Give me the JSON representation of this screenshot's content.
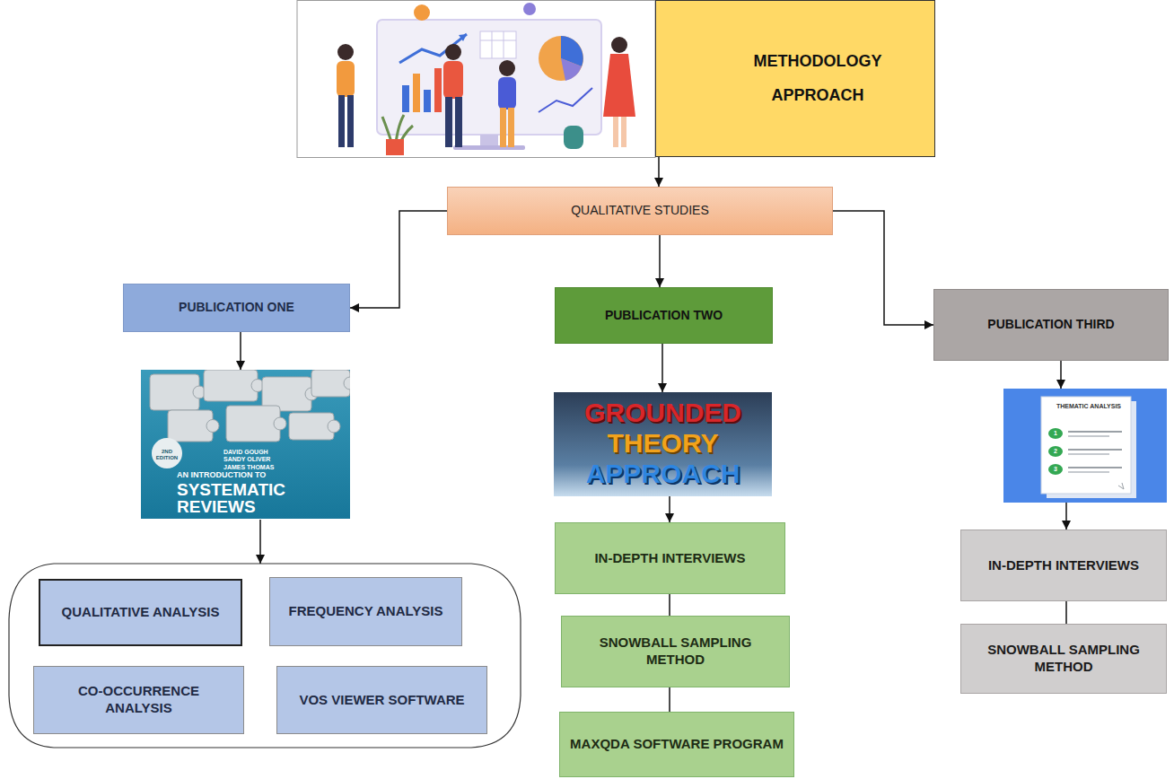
{
  "diagram": {
    "nodes": [
      {
        "text": [
          "METHODOLOGY APPROACH"
        ]
      },
      {
        "text": [
          "QUALITATIVE STUDIES"
        ]
      },
      {
        "text": [
          "PUBLICATION ONE"
        ]
      },
      {
        "text": [
          "PUBLICATION TWO"
        ]
      },
      {
        "text": [
          "PUBLICATION THIRD"
        ]
      },
      {
        "text": [
          "2ND EDITION",
          "DAVID GOUGH SANDY OLIVER JAMES THOMAS",
          "AN INTRODUCTION TO",
          "SYSTEMATIC REVIEWS"
        ]
      },
      {
        "text": [
          "GROUNDED",
          "THEORY",
          "APPROACH"
        ]
      },
      {
        "text": [
          "THEMATIC ANALYSIS",
          "1",
          "2",
          "3"
        ]
      },
      {
        "text": [
          "QUALITATIVE ANALYSIS"
        ]
      },
      {
        "text": [
          "FREQUENCY ANALYSIS"
        ]
      },
      {
        "text": [
          "CO-OCCURRENCE ANALYSIS"
        ]
      },
      {
        "text": [
          "VOS VIEWER SOFTWARE"
        ]
      },
      {
        "text": [
          "IN-DEPTH INTERVIEWS"
        ]
      },
      {
        "text": [
          "SNOWBALL SAMPLING METHOD"
        ]
      },
      {
        "text": [
          "MAXQDA SOFTWARE PROGRAM"
        ]
      },
      {
        "text": [
          "IN-DEPTH INTERVIEWS"
        ]
      },
      {
        "text": [
          "SNOWBALL SAMPLING METHOD"
        ]
      }
    ],
    "edges": [
      {
        "from": 0,
        "to": 1,
        "arrow": "to"
      },
      {
        "from": 1,
        "to": 2,
        "arrow": "to"
      },
      {
        "from": 1,
        "to": 3,
        "arrow": "to"
      },
      {
        "from": 1,
        "to": 4,
        "arrow": "to"
      },
      {
        "from": 2,
        "to": 5,
        "arrow": "to"
      },
      {
        "from": 3,
        "to": 6,
        "arrow": "to"
      },
      {
        "from": 4,
        "to": 7,
        "arrow": "to"
      },
      {
        "from": 6,
        "to": 12,
        "arrow": "to"
      },
      {
        "from": 12,
        "to": 13,
        "arrow": "none"
      },
      {
        "from": 13,
        "to": 14,
        "arrow": "none"
      },
      {
        "from": 7,
        "to": 15,
        "arrow": "to"
      },
      {
        "from": 15,
        "to": 16,
        "arrow": "none"
      }
    ]
  }
}
